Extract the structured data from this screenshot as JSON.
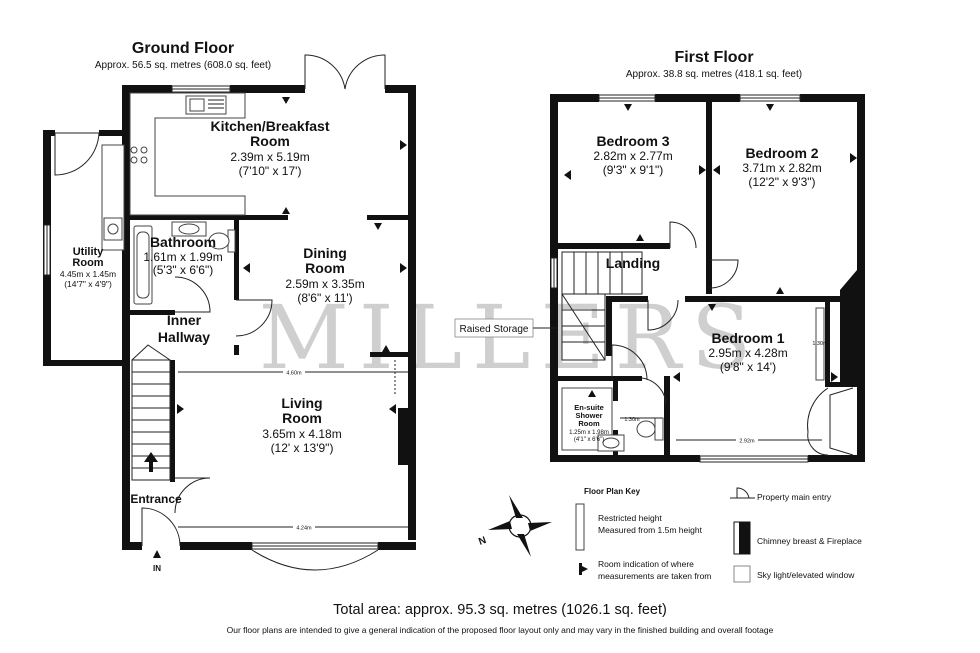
{
  "ground_floor": {
    "title": "Ground Floor",
    "area": "Approx. 56.5 sq. metres (608.0 sq. feet)",
    "rooms": {
      "kitchen": {
        "name_line1": "Kitchen/Breakfast",
        "name_line2": "Room",
        "metric": "2.39m x 5.19m",
        "imperial": "(7'10\" x 17')"
      },
      "utility": {
        "name_line1": "Utility",
        "name_line2": "Room",
        "metric": "4.45m x 1.45m",
        "imperial": "(14'7\" x 4'9\")"
      },
      "bathroom": {
        "name": "Bathroom",
        "metric": "1.61m x 1.99m",
        "imperial": "(5'3\" x 6'6\")"
      },
      "dining": {
        "name_line1": "Dining",
        "name_line2": "Room",
        "metric": "2.59m x 3.35m",
        "imperial": "(8'6\" x 11')"
      },
      "inner_hallway": {
        "name_line1": "Inner",
        "name_line2": "Hallway"
      },
      "living": {
        "name_line1": "Living",
        "name_line2": "Room",
        "metric": "3.65m x 4.18m",
        "imperial": "(12' x 13'9\")"
      },
      "entrance": {
        "name": "Entrance"
      }
    },
    "measure_living_top": "4.60m",
    "measure_living_bottom": "4.24m",
    "entry_label": "IN"
  },
  "first_floor": {
    "title": "First Floor",
    "area": "Approx. 38.8 sq. metres (418.1 sq. feet)",
    "rooms": {
      "bedroom3": {
        "name": "Bedroom 3",
        "metric": "2.82m x 2.77m",
        "imperial": "(9'3\" x 9'1\")"
      },
      "bedroom2": {
        "name": "Bedroom 2",
        "metric": "3.71m x 2.82m",
        "imperial": "(12'2\" x 9'3\")"
      },
      "landing": {
        "name": "Landing"
      },
      "bedroom1": {
        "name": "Bedroom 1",
        "metric": "2.95m x 4.28m",
        "imperial": "(9'8\" x 14')"
      },
      "ensuite": {
        "name_line1": "En-suite",
        "name_line2": "Shower",
        "name_line3": "Room",
        "metric": "1.25m x 1.98m",
        "imperial": "(4'1\" x 6'6\")"
      }
    },
    "raised_storage": "Raised Storage",
    "measure_wardrobe": "1.30m",
    "measure_ensuite": "1.30m",
    "measure_bed1_bottom": "2.92m"
  },
  "key": {
    "title": "Floor Plan Key",
    "restricted_line1": "Restricted height",
    "restricted_line2": "Measured from 1.5m height",
    "indication_line1": "Room indication of where",
    "indication_line2": "measurements are taken from",
    "entry": "Property main entry",
    "chimney": "Chimney breast & Fireplace",
    "skylight": "Sky light/elevated window"
  },
  "compass_label": "N",
  "watermark": "MILLERS",
  "total_area": "Total area: approx. 95.3 sq. metres (1026.1 sq. feet)",
  "disclaimer": "Our floor plans are intended to give a general indication of the proposed floor layout only and may vary in the finished building and overall footage"
}
